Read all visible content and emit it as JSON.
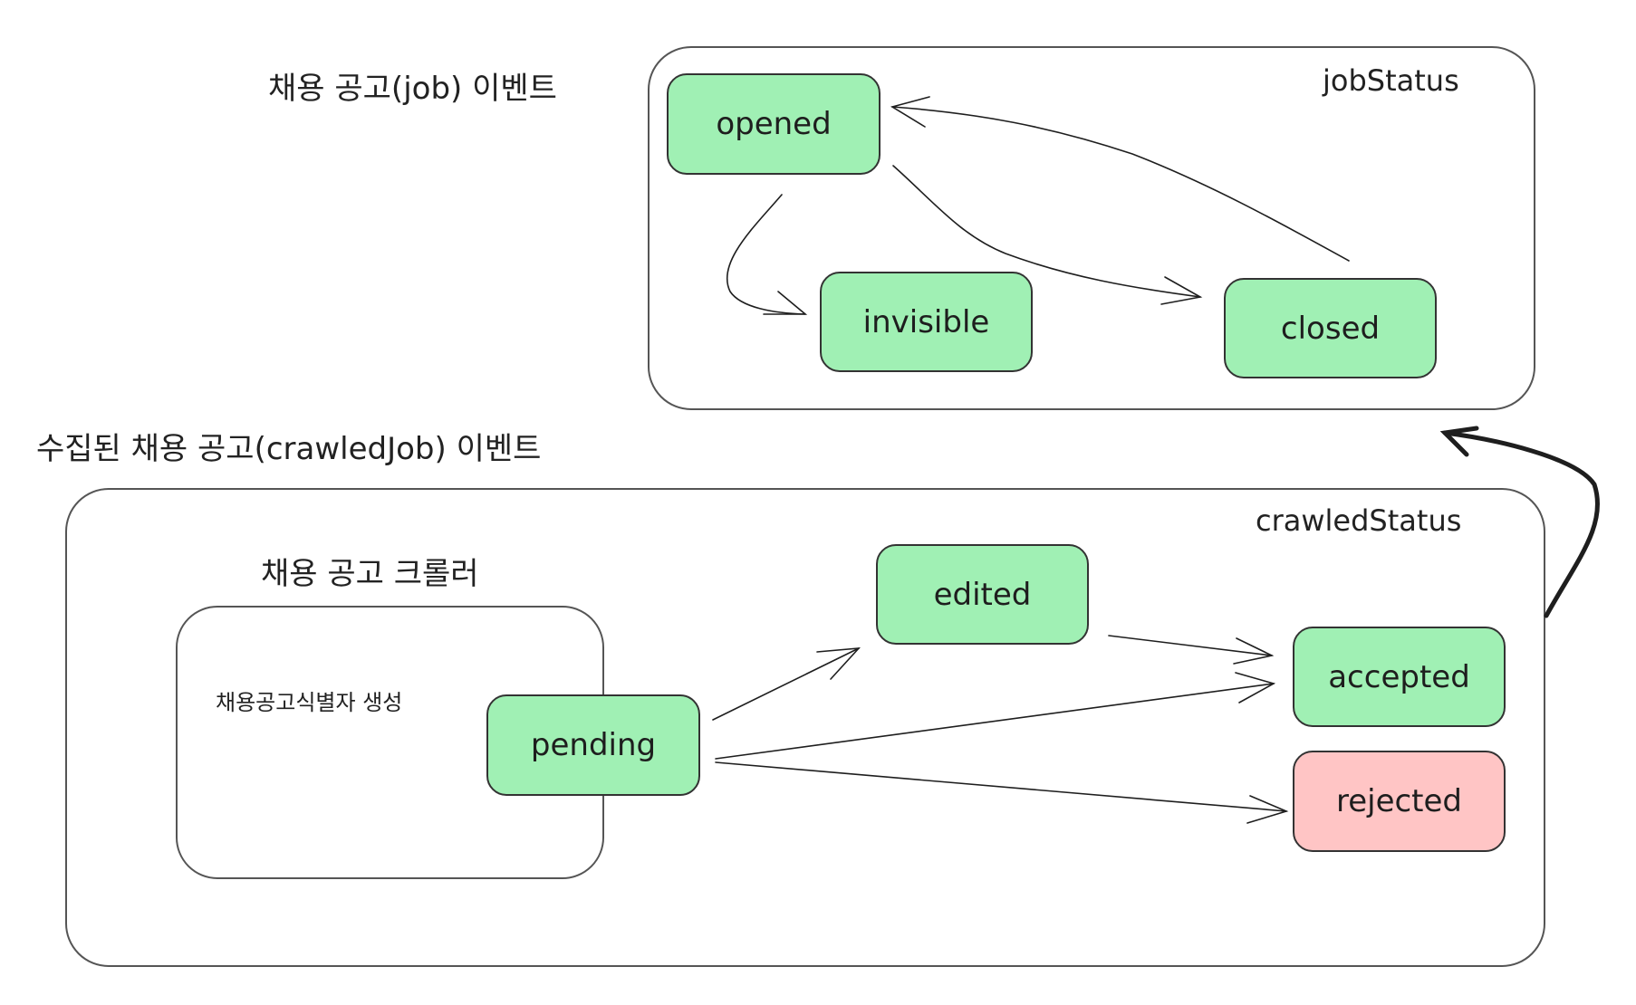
{
  "titles": {
    "job_events": "채용 공고(job) 이벤트",
    "crawled_events": "수집된 채용 공고(crawledJob) 이벤트",
    "crawler": "채용 공고 크롤러",
    "crawler_action": "채용공고식별자 생성"
  },
  "groups": {
    "job_status": "jobStatus",
    "crawled_status": "crawledStatus"
  },
  "nodes": {
    "opened": "opened",
    "invisible": "invisible",
    "closed": "closed",
    "pending": "pending",
    "edited": "edited",
    "accepted": "accepted",
    "rejected": "rejected"
  },
  "colors": {
    "success": "#a0f0b4",
    "rejected": "#ffc5c5",
    "stroke": "#1e1e1e"
  },
  "edges": [
    {
      "from": "opened",
      "to": "invisible"
    },
    {
      "from": "opened",
      "to": "closed"
    },
    {
      "from": "closed",
      "to": "opened"
    },
    {
      "from": "pending",
      "to": "edited"
    },
    {
      "from": "pending",
      "to": "accepted"
    },
    {
      "from": "pending",
      "to": "rejected"
    },
    {
      "from": "edited",
      "to": "accepted"
    },
    {
      "from": "crawledStatus",
      "to": "jobStatus"
    }
  ]
}
